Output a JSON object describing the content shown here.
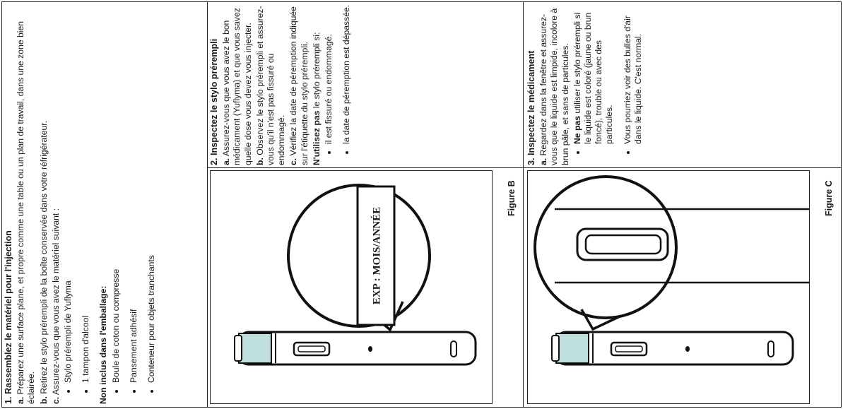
{
  "section1": {
    "title": "1. Rassemblez le matériel pour l'injection",
    "a_label": "a.",
    "a_text": "Préparez une surface plane, et propre comme une table ou un plan de travail, dans une zone bien éclairée.",
    "b_label": "b.",
    "b_text": "Retirez le stylo prérempli de la boîte conservée dans votre réfrigérateur.",
    "c_label": "c.",
    "c_text": "Assurez-vous que vous avez le matériel suivant :",
    "included": [
      "Stylo prérempli de Yuflyma",
      "1 tampon d'alcool"
    ],
    "not_included_title": "Non inclus dans l'emballage:",
    "not_included": [
      "Boule de coton ou compresse",
      "Pansement adhésif",
      "Conteneur pour objets tranchants"
    ]
  },
  "section2": {
    "title": "2. Inspectez le stylo prérempli",
    "a_label": "a.",
    "a_text": "Assurez-vous que vous avez le bon médicament (Yuflyma) et que vous savez quelle dose vous devez vous injecter.",
    "b_label": "b.",
    "b_text": "Observez le stylo prérempli et assurez-vous qu'il n'est pas fissuré ou endommagé.",
    "c_label": "c.",
    "c_text": "Vérifiez la date de péremption indiquée sur l'étiquette du stylo prérempli.",
    "warn_bold": "N'utilisez pas",
    "warn_text": "le stylo prérempli si:",
    "warn_items": [
      "il est fissuré ou endommagé.",
      "la date de péremption est dépassée."
    ],
    "figure_label": "Figure B",
    "label_text": "EXP : MOIS/ANNÉE"
  },
  "section3": {
    "title": "3. Inspectez le médicament",
    "a_label": "a.",
    "a_text": "Regardez dans la fenêtre et assurez-vous que le liquide est limpide, incolore à brun pâle, et sans de particules.",
    "item1_bold": "Ne pas",
    "item1_text": "utiliser le stylo prérempli si le liquide est coloré (jaune ou brun foncé), trouble ou avec des particules.",
    "item2_text": "Vous pourriez voir des bulles d'air dans le liquide. C'est normal.",
    "figure_label": "Figure C"
  }
}
